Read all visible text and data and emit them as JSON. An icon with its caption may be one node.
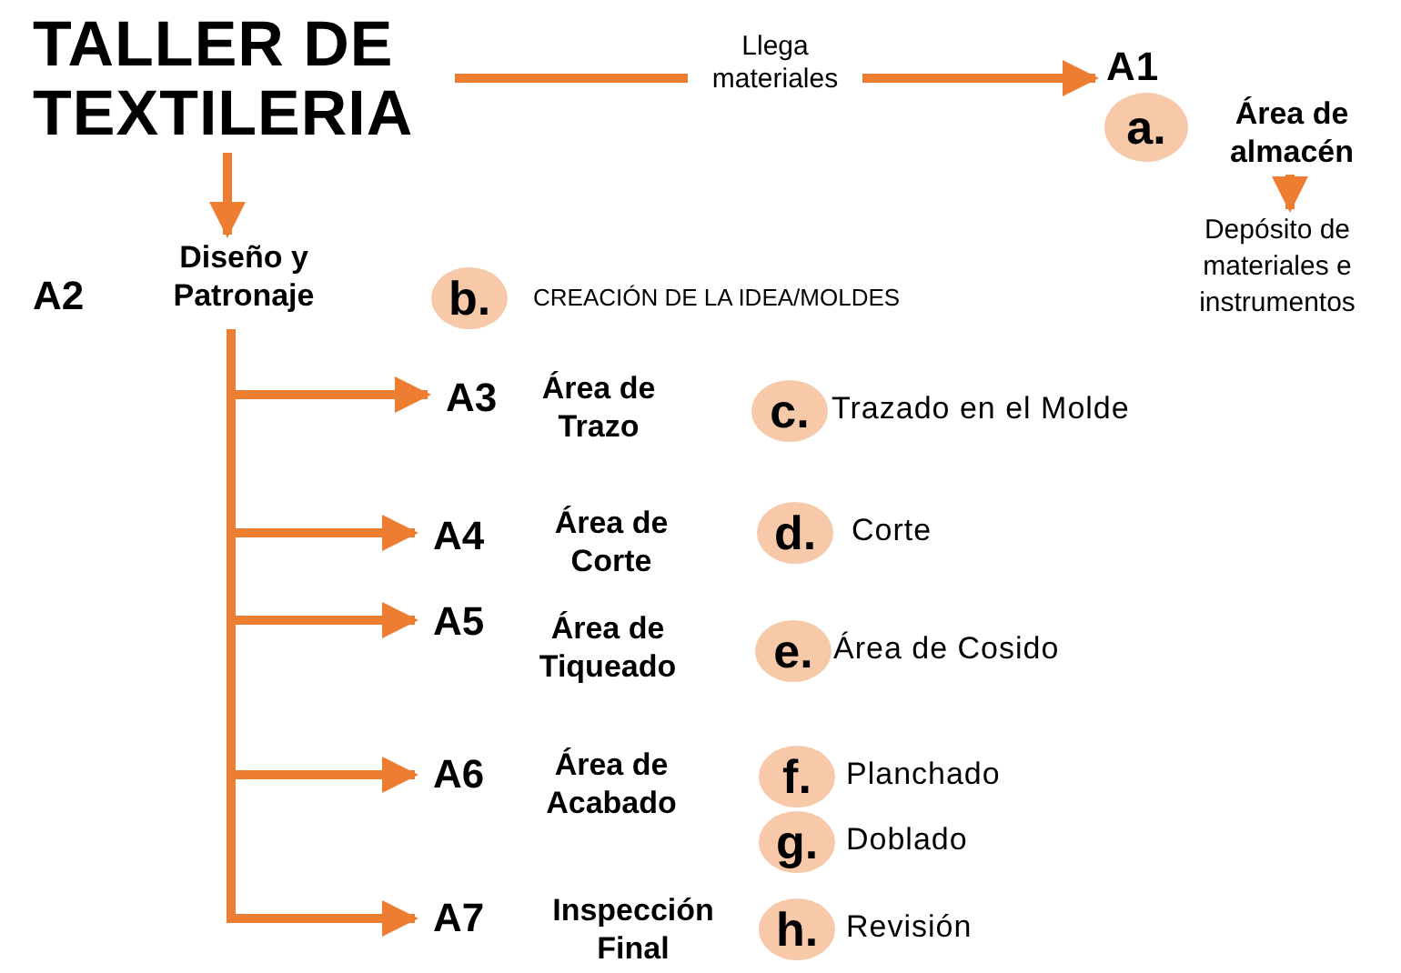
{
  "diagram": {
    "nodes": [
      {
        "text": [
          "TALLER DE TEXTILERIA"
        ]
      },
      {
        "text": [
          "A1"
        ]
      },
      {
        "text": [
          "a."
        ]
      },
      {
        "text": [
          "Área de almacén"
        ]
      },
      {
        "text": [
          "Depósito de materiales e instrumentos"
        ]
      },
      {
        "text": [
          "A2",
          "Diseño y Patronaje"
        ]
      },
      {
        "text": [
          "b."
        ],
        "beside": [
          "CREACIÓN DE LA IDEA/MOLDES"
        ]
      },
      {
        "text": [
          "A3",
          "Área de Trazo"
        ]
      },
      {
        "text": [
          "c."
        ],
        "beside": [
          "Trazado en el Molde"
        ]
      },
      {
        "text": [
          "A4",
          "Área de Corte"
        ]
      },
      {
        "text": [
          "d."
        ],
        "beside": [
          "Corte"
        ]
      },
      {
        "text": [
          "A5",
          "Área de Tiqueado"
        ]
      },
      {
        "text": [
          "e."
        ],
        "beside": [
          "Área de Cosido"
        ]
      },
      {
        "text": [
          "A6",
          "Área de Acabado"
        ]
      },
      {
        "text": [
          "f."
        ],
        "beside": [
          "Planchado"
        ]
      },
      {
        "text": [
          "g."
        ],
        "beside": [
          "Doblado"
        ]
      },
      {
        "text": [
          "A7",
          "Inspección Final"
        ]
      },
      {
        "text": [
          "h."
        ],
        "beside": [
          "Revisión"
        ]
      }
    ],
    "edges": [
      {
        "from": 0,
        "to": 1,
        "arrow": "to",
        "label": "Llega materiales"
      },
      {
        "from": 3,
        "to": 4,
        "arrow": "to"
      },
      {
        "from": 0,
        "to": 5,
        "arrow": "to"
      },
      {
        "from": 5,
        "to": 7,
        "arrow": "to"
      },
      {
        "from": 5,
        "to": 9,
        "arrow": "to"
      },
      {
        "from": 5,
        "to": 11,
        "arrow": "to"
      },
      {
        "from": 5,
        "to": 13,
        "arrow": "to"
      },
      {
        "from": 5,
        "to": 16,
        "arrow": "to"
      }
    ]
  }
}
